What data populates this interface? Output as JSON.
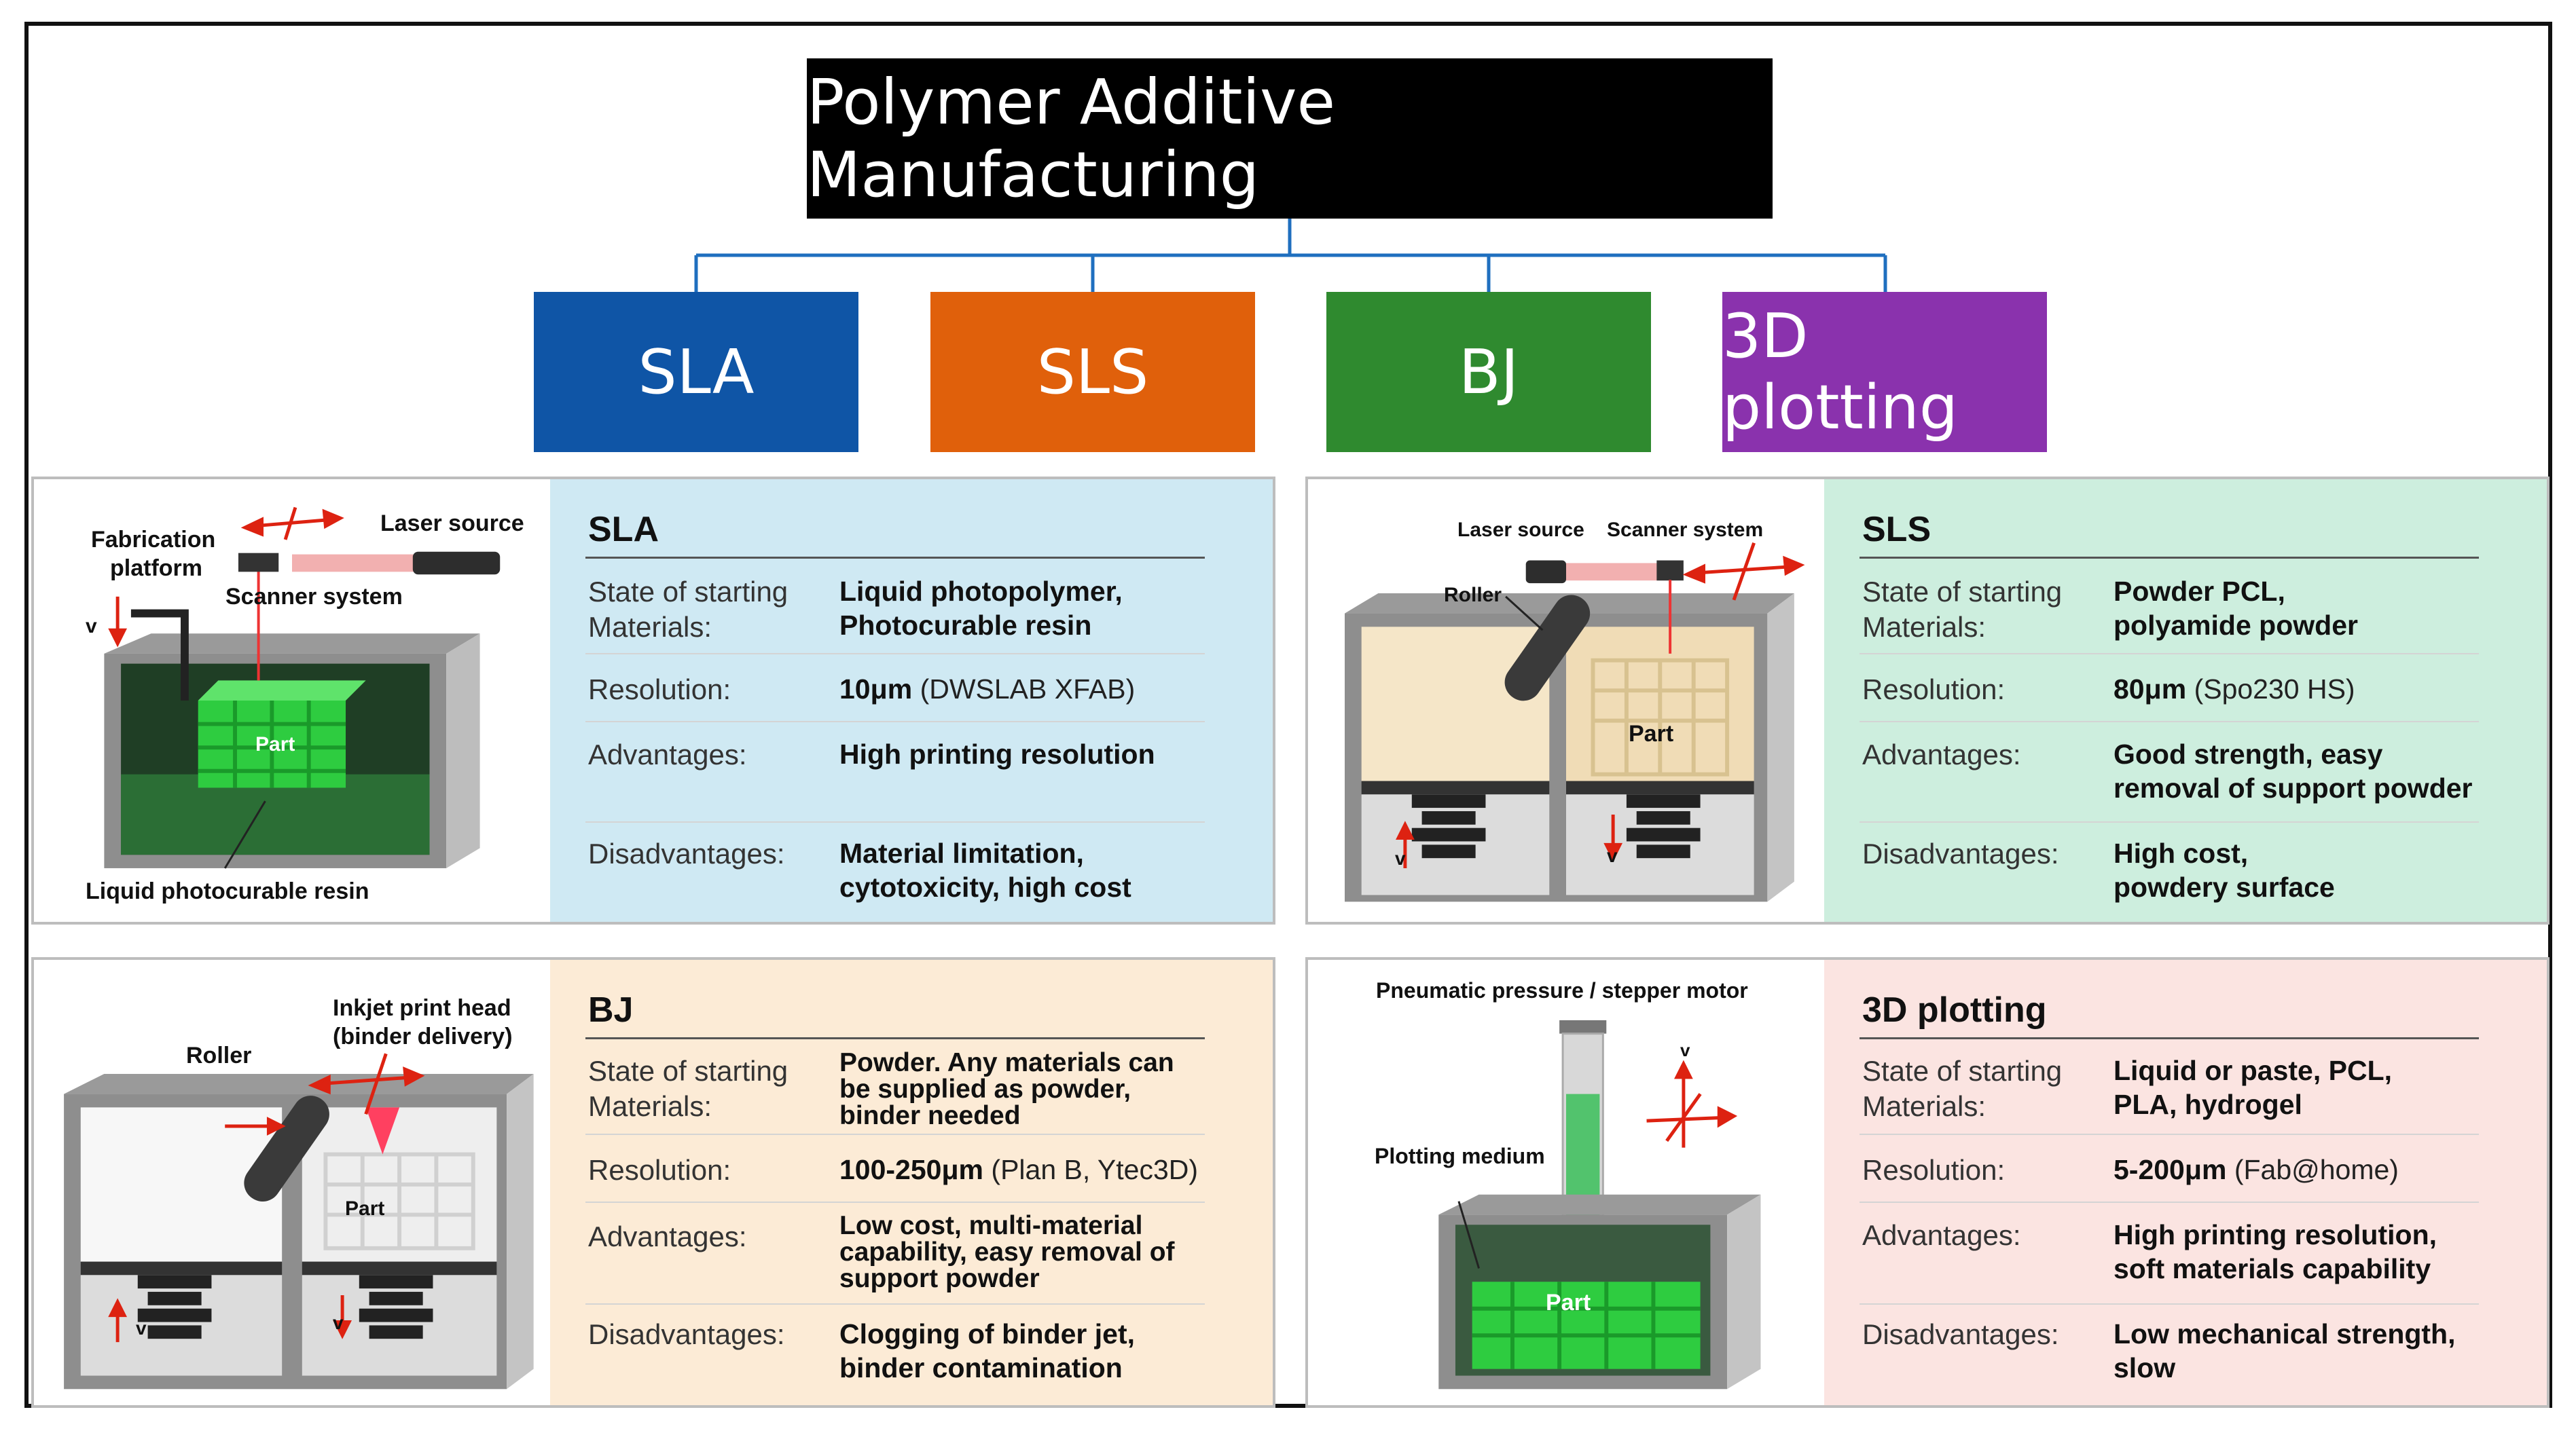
{
  "title": "Polymer Additive Manufacturing",
  "categories": [
    {
      "label": "SLA",
      "color": "#0f55a6"
    },
    {
      "label": "SLS",
      "color": "#e0600b"
    },
    {
      "label": "BJ",
      "color": "#2f8a2f"
    },
    {
      "label": "3D plotting",
      "color": "#8a32ad"
    }
  ],
  "connector_color": "#1f6fbf",
  "row_labels": {
    "state_line1": "State of starting",
    "state_line2": "Materials:",
    "resolution": "Resolution:",
    "advantages": "Advantages:",
    "disadvantages": "Disadvantages:"
  },
  "panels": {
    "sla": {
      "title": "SLA",
      "bg": "#cfe9f3",
      "state": [
        "Liquid photopolymer,",
        "Photocurable resin"
      ],
      "resolution_value": "10μm",
      "resolution_note": "(DWSLAB XFAB)",
      "advantages": [
        "High printing resolution"
      ],
      "disadvantages": [
        "Material limitation,",
        "cytotoxicity, high cost"
      ],
      "annotations": {
        "fabrication": [
          "Fabrication",
          "platform"
        ],
        "laser": "Laser source",
        "scanner": "Scanner system",
        "part": "Part",
        "resin": "Liquid photocurable resin",
        "v": "v"
      }
    },
    "sls": {
      "title": "SLS",
      "bg": "#cdeede",
      "state": [
        "Powder  PCL,",
        "polyamide powder"
      ],
      "resolution_value": "80μm",
      "resolution_note": "(Spo230 HS)",
      "advantages": [
        "Good strength, easy",
        "removal of support powder"
      ],
      "disadvantages": [
        "High cost,",
        "powdery surface"
      ],
      "annotations": {
        "laser": "Laser source",
        "scanner": "Scanner system",
        "roller": "Roller",
        "part": "Part",
        "v": "v"
      }
    },
    "bj": {
      "title": "BJ",
      "bg": "#fcebd6",
      "state": [
        "Powder. Any materials can",
        "be supplied as powder,",
        "binder needed"
      ],
      "resolution_value": "100-250μm",
      "resolution_note": "(Plan B, Ytec3D)",
      "advantages": [
        "Low cost, multi-material",
        "capability, easy removal of",
        "support powder"
      ],
      "disadvantages": [
        "Clogging of binder jet,",
        "binder contamination"
      ],
      "annotations": {
        "inkjet": [
          "Inkjet print head",
          "(binder delivery)"
        ],
        "roller": "Roller",
        "part": "Part",
        "v": "v"
      }
    },
    "plot": {
      "title": "3D plotting",
      "bg": "#fbe4e1",
      "state": [
        "Liquid or paste, PCL,",
        "PLA,  hydrogel"
      ],
      "resolution_value": "5-200μm",
      "resolution_note": "(Fab@home)",
      "advantages": [
        "High printing resolution,",
        "soft materials capability"
      ],
      "disadvantages": [
        "Low mechanical strength,",
        "slow"
      ],
      "annotations": {
        "pressure": "Pneumatic pressure / stepper motor",
        "medium": "Plotting medium",
        "part": "Part",
        "v": "v"
      }
    }
  }
}
